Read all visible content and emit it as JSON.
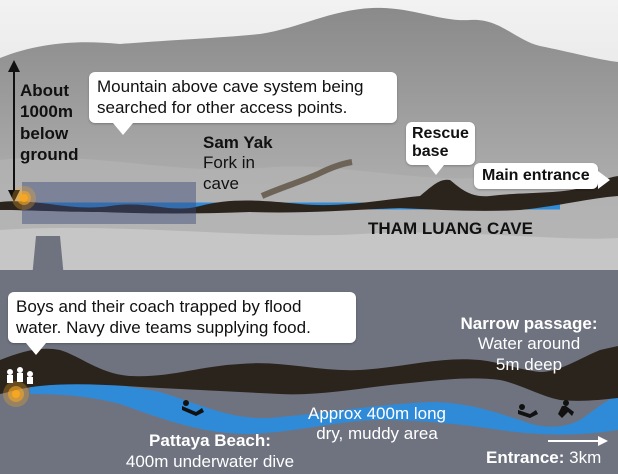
{
  "top_callout": "Mountain above cave system being searched for other access points.",
  "depth_label": [
    "About",
    "1000m",
    "below",
    "ground"
  ],
  "sam_yak": {
    "title": "Sam Yak",
    "subtitle_line1": "Fork in",
    "subtitle_line2": "cave"
  },
  "rescue_base": {
    "line1": "Rescue",
    "line2": "base"
  },
  "main_entrance": "Main entrance",
  "cave_name": "THAM LUANG CAVE",
  "bottom_callout": "Boys and their coach trapped by flood water. Navy dive teams supplying food.",
  "narrow_passage": {
    "title": "Narrow passage:",
    "line1": "Water around",
    "line2": "5m deep"
  },
  "dry_area": {
    "line1": "Approx 400m long",
    "line2": "dry, muddy area"
  },
  "pattaya": {
    "title": "Pattaya Beach:",
    "subtitle": "400m underwater dive"
  },
  "entrance_distance": {
    "label": "Entrance:",
    "value": "3km"
  },
  "colors": {
    "water": "#2f8ad8",
    "rock": "#2b241c",
    "highlight": "#f5a623",
    "panel": "#6f7380"
  },
  "icons": [
    "location-pulse-icon",
    "diver-icon",
    "arrow-right-icon",
    "depth-arrow-icon"
  ]
}
